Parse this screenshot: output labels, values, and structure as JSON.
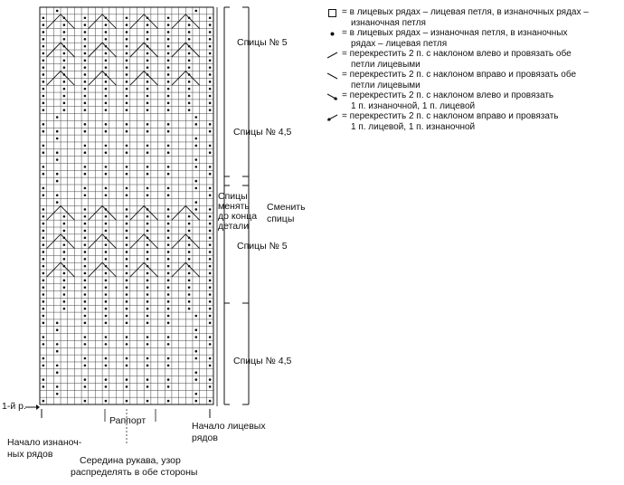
{
  "labels": {
    "needle_5_top": "Спицы № 5",
    "needle_45_upper": "Спицы № 4,5",
    "change_needles_end_1": "Спицы",
    "change_needles_end_2": "менять",
    "change_needles_end_3": "до конца",
    "change_needles_end_4": "детали",
    "change_needles_1": "Сменить",
    "change_needles_2": "спицы",
    "needle_5_mid": "Спицы № 5",
    "needle_45_lower": "Спицы № 4,5",
    "first_row": "1-й р.",
    "repeat": "Раппорт",
    "start_knit_rows_1": "Начало лицевых",
    "start_knit_rows_2": "рядов",
    "start_purl_rows_1": "Начало изнаноч-",
    "start_purl_rows_2": "ных рядов",
    "sleeve_middle_1": "Середина рукава, узор",
    "sleeve_middle_2": "распределять в обе стороны"
  },
  "legend": [
    {
      "symbol": "empty-square",
      "lines": [
        "= в лицевых рядах – лицевая петля, в изнаночных рядах –",
        "изнаночная петля"
      ]
    },
    {
      "symbol": "dot",
      "lines": [
        "= в лицевых рядах – изнаночная петля, в изнаночных",
        "рядах – лицевая петля"
      ]
    },
    {
      "symbol": "cross-left",
      "lines": [
        "= перекрестить 2 п. с наклоном влево и провязать обе",
        "петли лицевыми"
      ]
    },
    {
      "symbol": "cross-right",
      "lines": [
        "= перекрестить 2 п. с наклоном вправо и провязать обе",
        "петли лицевыми"
      ]
    },
    {
      "symbol": "cross-left-purl",
      "lines": [
        "= перекрестить 2 п. с наклоном влево и провязать",
        "1 п. изнаночной, 1 п. лицевой"
      ]
    },
    {
      "symbol": "cross-right-purl",
      "lines": [
        "= перекрестить 2 п. с наклоном вправо и провязать",
        "1 п. лицевой, 1 п. изнаночной"
      ]
    }
  ]
}
